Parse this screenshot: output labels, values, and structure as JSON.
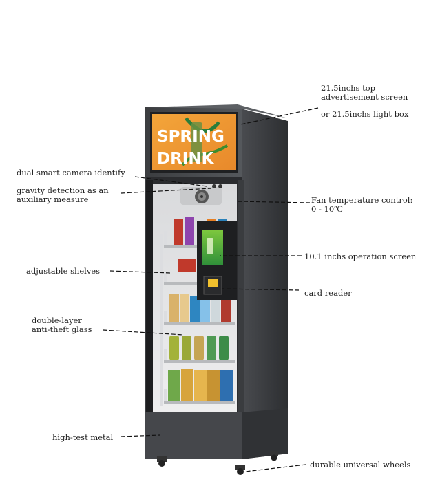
{
  "ad_screen": {
    "line1": "SPRING",
    "line2": "DRINK"
  },
  "annotations": {
    "top_screen_1": "21.5inchs top",
    "top_screen_2": "advertisement screen",
    "light_box": "or 21.5inchs light box",
    "camera": "dual smart camera identify",
    "gravity_1": "gravity detection as an",
    "gravity_2": "auxiliary measure",
    "fan_1": "Fan temperature control:",
    "fan_2": "0 - 10℃",
    "operation_screen": "10.1 inchs operation screen",
    "shelves": "adjustable shelves",
    "card_reader": "card reader",
    "glass_1": "double-layer",
    "glass_2": "anti-theft glass",
    "metal": "high-test metal",
    "wheels": "durable universal wheels"
  }
}
